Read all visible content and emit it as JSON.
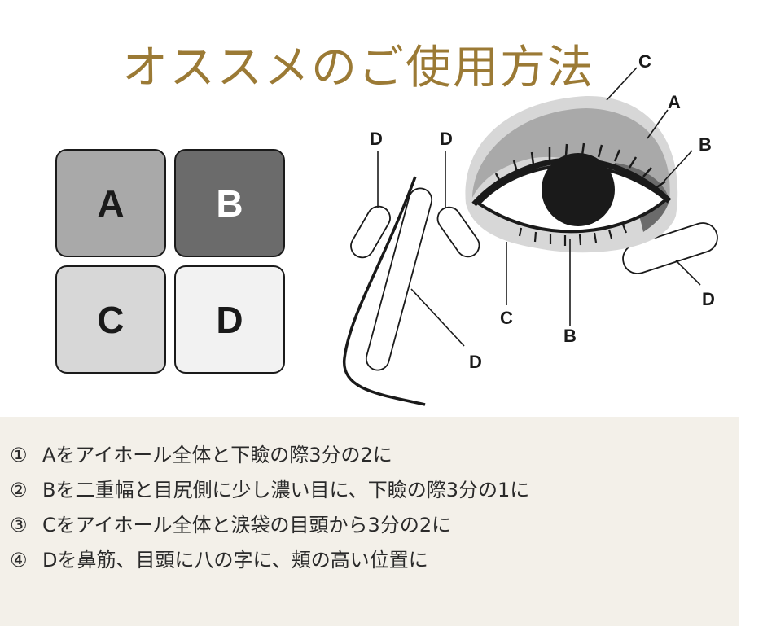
{
  "title": "オススメのご使用方法",
  "colors": {
    "title": "#9b7a35",
    "instructions_bg": "#f3f0e9",
    "shade_a": "#a9a9a9",
    "shade_b": "#6b6b6b",
    "shade_c": "#d7d7d7",
    "shade_d": "#f2f2f2",
    "line": "#1a1a1a"
  },
  "palette": {
    "a": "A",
    "b": "B",
    "c": "C",
    "d": "D"
  },
  "labels": {
    "nose_d_left": "D",
    "nose_d_inner": "D",
    "nose_d_bottom": "D",
    "eye_c_top": "C",
    "eye_a": "A",
    "eye_b_right": "B",
    "eye_c_bottom": "C",
    "eye_b_bottom": "B",
    "cheek_d": "D"
  },
  "steps": [
    {
      "num": "①",
      "text": "Aをアイホール全体と下瞼の際3分の2に"
    },
    {
      "num": "②",
      "text": "Bを二重幅と目尻側に少し濃い目に、下瞼の際3分の1に"
    },
    {
      "num": "③",
      "text": "Cをアイホール全体と涙袋の目頭から3分の2に"
    },
    {
      "num": "④",
      "text": "Dを鼻筋、目頭に八の字に、頬の高い位置に"
    }
  ]
}
